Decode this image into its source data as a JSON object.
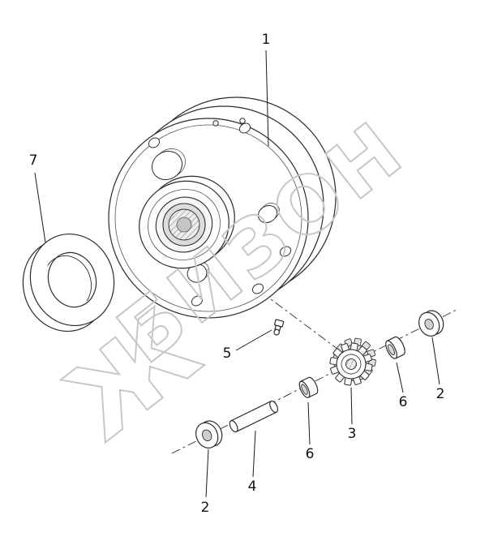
{
  "diagram": {
    "background": "#ffffff",
    "line_color": "#2b2b2b",
    "watermark": {
      "text": "БИЗОН",
      "logo_glyph": "Ж",
      "color": "#c7c7c7"
    },
    "callouts": [
      {
        "label": "1",
        "part": "housing-flange"
      },
      {
        "label": "7",
        "part": "seal-ring"
      },
      {
        "label": "5",
        "part": "grease-fitting"
      },
      {
        "label": "2",
        "part": "washer-left"
      },
      {
        "label": "4",
        "part": "pin-shaft"
      },
      {
        "label": "6",
        "part": "bushing-left"
      },
      {
        "label": "3",
        "part": "gear-pinion"
      },
      {
        "label": "6",
        "part": "bushing-right"
      },
      {
        "label": "2",
        "part": "washer-right"
      }
    ]
  }
}
